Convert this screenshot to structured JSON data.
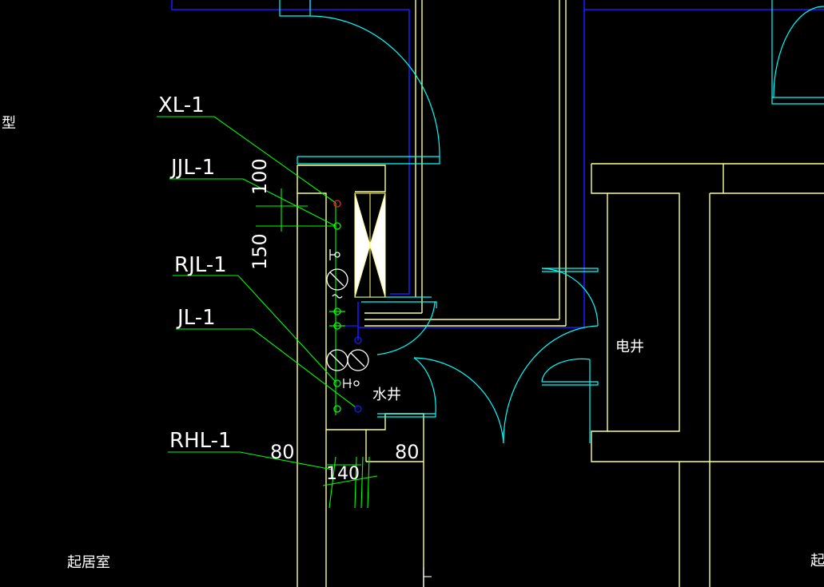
{
  "labels": {
    "xl": "XL-1",
    "jjl": "JJL-1",
    "rjl": "RJL-1",
    "jl": "JL-1",
    "rhl": "RHL-1",
    "dim_100": "100",
    "dim_150": "150",
    "dim_80_left": "80",
    "dim_80_right": "80",
    "dim_140": "140",
    "water_shaft": "水井",
    "electric_shaft": "电井",
    "living_room_left": "起居室",
    "living_room_right": "起",
    "type_fragment": "型",
    "stair_mark": "上"
  },
  "colors": {
    "wall_yellow": "#ffff80",
    "wall_blue": "#1a1aff",
    "door_cyan": "#00ffff",
    "leader_green": "#00ff00",
    "pipe_red": "#ff2020",
    "background": "#000000",
    "text": "#ffffff"
  }
}
